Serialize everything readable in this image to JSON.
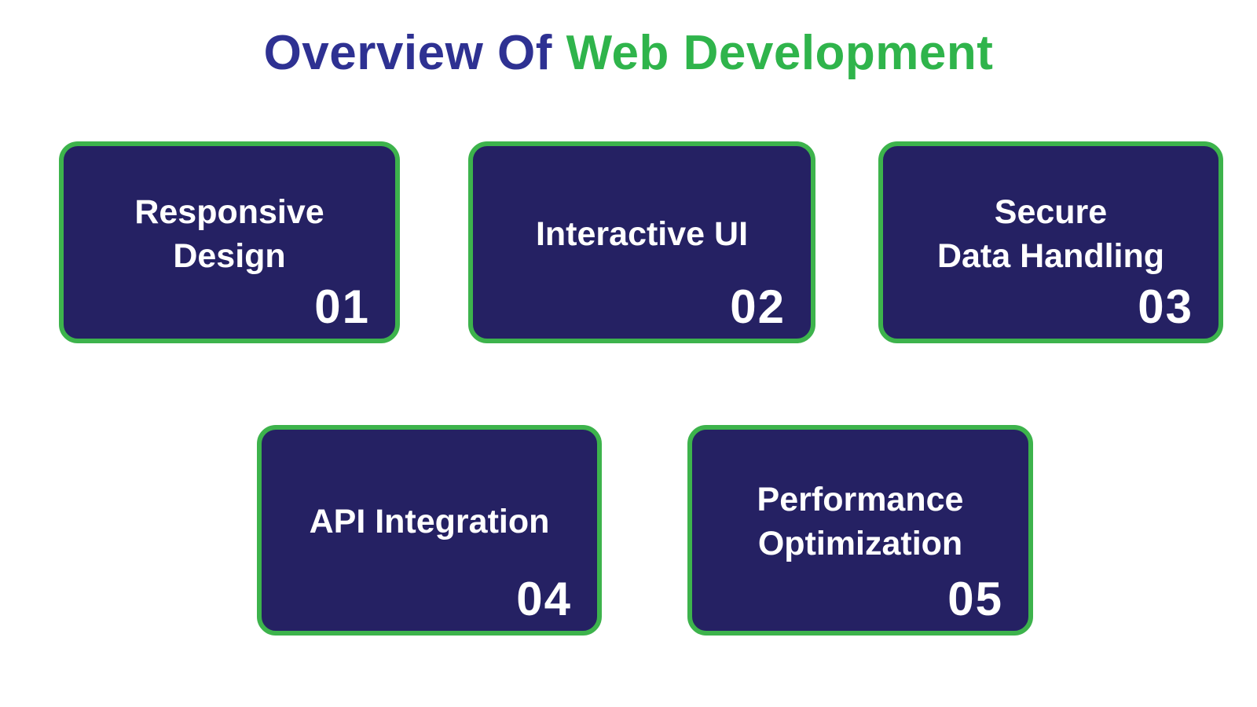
{
  "title": {
    "part1": "Overview Of ",
    "part2": "Web Development"
  },
  "colors": {
    "background": "#ffffff",
    "title_primary": "#2e3192",
    "title_accent": "#2fb44b",
    "card_background": "#252163",
    "card_border": "#3db34c",
    "card_text": "#ffffff"
  },
  "cards": [
    {
      "id": "responsive-design",
      "label": "Responsive\nDesign",
      "number": "01"
    },
    {
      "id": "interactive-ui",
      "label": "Interactive UI",
      "number": "02"
    },
    {
      "id": "secure-data-handling",
      "label": "Secure\nData Handling",
      "number": "03"
    },
    {
      "id": "api-integration",
      "label": "API Integration",
      "number": "04"
    },
    {
      "id": "performance-optimization",
      "label": "Performance\nOptimization",
      "number": "05"
    }
  ]
}
